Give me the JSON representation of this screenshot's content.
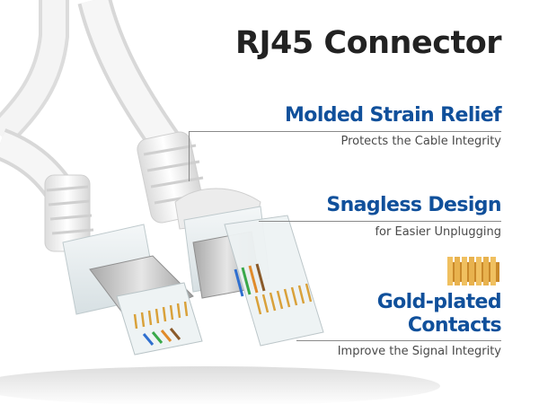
{
  "title": "RJ45 Connector",
  "features": [
    {
      "title": "Molded Strain Relief",
      "description": "Protects the Cable Integrity"
    },
    {
      "title": "Snagless Design",
      "description": "for Easier Unplugging"
    },
    {
      "title_line1": "Gold-plated",
      "title_line2": "Contacts",
      "description": "Improve the Signal Integrity"
    }
  ],
  "colors": {
    "accent": "#10509b",
    "title": "#222222",
    "description": "#4a4a4a",
    "gold": "#d9a13a",
    "cable": "#f2f2f2"
  },
  "icons": {
    "contact": "gold-contact-pins-icon"
  }
}
